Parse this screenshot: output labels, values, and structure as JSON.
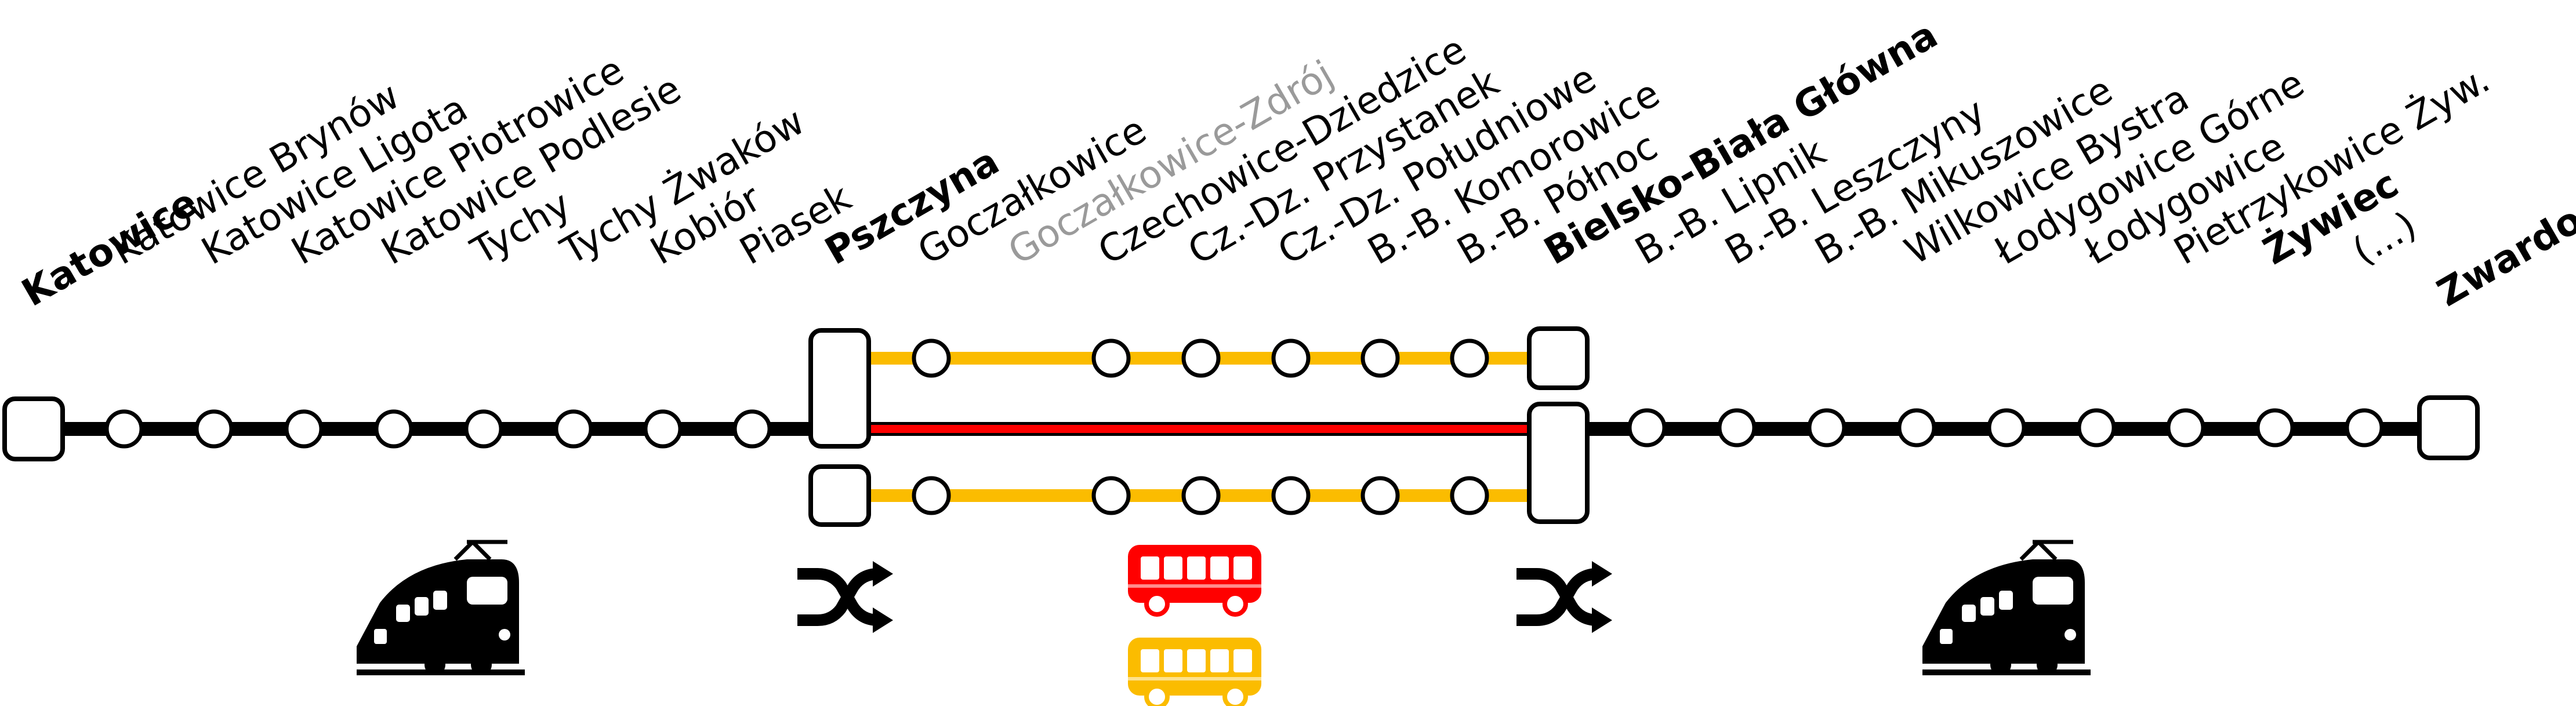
{
  "colors": {
    "main_line": "#000000",
    "express_line": "#ff0000",
    "local_line": "#fbbc00",
    "node_fill": "#ffffff",
    "node_stroke": "#000000",
    "grey_label": "#9a9a9a"
  },
  "stations": {
    "katowice": "Katowice",
    "katowice_brynow": "Katowice Brynów",
    "katowice_ligota": "Katowice Ligota",
    "katowice_piotrowice": "Katowice Piotrowice",
    "katowice_podlesie": "Katowice Podlesie",
    "tychy": "Tychy",
    "tychy_zwakow": "Tychy Żwaków",
    "kobior": "Kobiór",
    "piasek": "Piasek",
    "pszczyna": "Pszczyna",
    "gozdzalkowice": "Goczałkowice",
    "goczalkowice_zdroj": "Goczałkowice-Zdrój",
    "czechowice_dziedzice": "Czechowice-Dziedzice",
    "cz_dz_przystanek": "Cz.-Dz. Przystanek",
    "cz_dz_poludniowe": "Cz.-Dz. Południowe",
    "bb_komorowice": "B.-B. Komorowice",
    "bb_polnoc": "B.-B. Północ",
    "bielsko_biala_glowna": "Bielsko-Biała Główna",
    "bb_lipnik": "B.-B. Lipnik",
    "bb_leszczyny": "B.-B. Leszczyny",
    "bb_mikuszowice": "B.-B. Mikuszowice",
    "wilkowice_bystra": "Wilkowice Bystra",
    "lodygowice_gorne": "Łodygowice Górne",
    "lodygowice": "Łodygowice",
    "pietrzykowice": "Pietrzykowice Żyw.",
    "zywiec": "Żywiec",
    "ellipsis": "(...)",
    "zwardon": "Zwardoń"
  },
  "icons": {
    "left_train": "train-icon",
    "left_transfer": "shuffle-icon",
    "red_bus": "bus-icon",
    "yellow_bus": "bus-icon",
    "right_transfer": "shuffle-icon",
    "right_train": "train-icon"
  }
}
